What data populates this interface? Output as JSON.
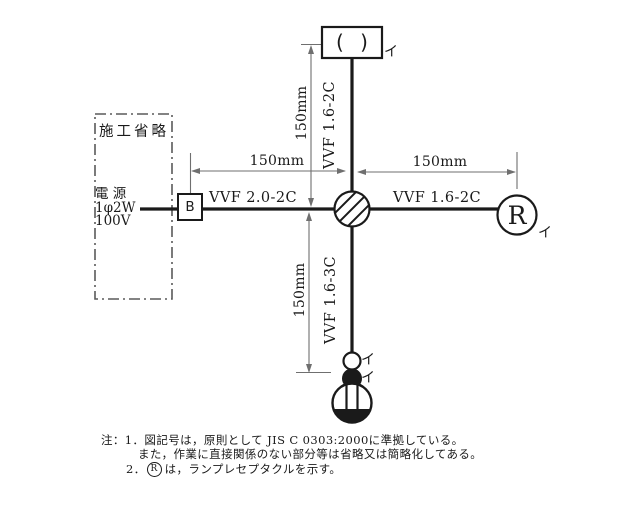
{
  "colors": {
    "line": "#1a1a1a",
    "dim_line": "#6f6f6f",
    "background": "#ffffff"
  },
  "power": {
    "line1": "電 源",
    "line2": "1φ2W",
    "line3": "100V"
  },
  "omission": {
    "label": "施工省略"
  },
  "breaker": {
    "label": "B"
  },
  "ceiling_rosette": {
    "symbol": "( )",
    "tag": "イ"
  },
  "lamp_receptacle": {
    "label": "R",
    "tag": "イ"
  },
  "pilot_lamp": {
    "tag": "イ"
  },
  "switch": {
    "tag": "イ"
  },
  "cables": {
    "left": "VVF 2.0-2C",
    "top": "VVF 1.6-2C",
    "right": "VVF 1.6-2C",
    "bottom": "VVF 1.6-3C"
  },
  "dimensions": {
    "top": "150mm",
    "left": "150mm",
    "right": "150mm",
    "bottom": "150mm"
  },
  "notes": {
    "line1": "注：1．図記号は，原則として JIS C 0303:2000に準拠している。",
    "line2": "また，作業に直接関係のない部分等は省略又は簡略化してある。",
    "item2_prefix": "2．",
    "item2_r": "R",
    "item2_suffix": "は，ランプレセプタクルを示す。"
  }
}
